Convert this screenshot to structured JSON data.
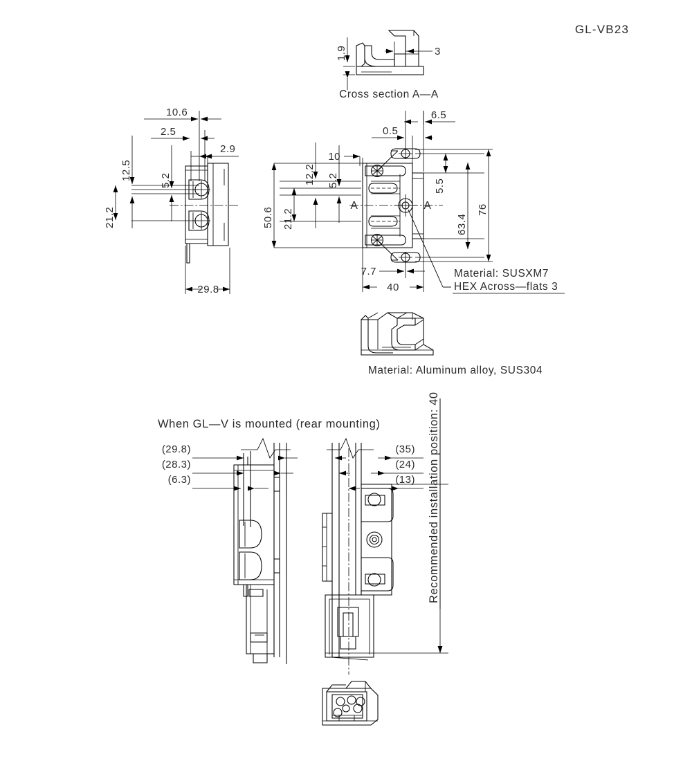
{
  "drawing": {
    "title": "GL-VB23",
    "cross_section_label": "Cross section A—A",
    "section_marker_left": "A",
    "section_marker_right": "A",
    "material_note_1": "Material: SUSXM7",
    "material_note_2": "HEX Across—flats 3",
    "material_note_3": "Material:  Aluminum alloy, SUS304",
    "mounting_heading": "When GL—V is mounted (rear mounting)",
    "recommended_note": "Recommended installation position: 40"
  },
  "dimensions": {
    "cross_section": {
      "v_1_9": "1.9",
      "h_3": "3"
    },
    "left_view": {
      "d_10_6": "10.6",
      "d_2_5": "2.5",
      "d_2_9": "2.9",
      "d_12_5": "12.5",
      "d_5_2": "5.2",
      "d_21_2": "21.2",
      "d_29_8": "29.8"
    },
    "middle_view": {
      "d_50_6": "50.6",
      "d_12_2": "12.2",
      "d_5_2": "5.2",
      "d_21_2": "21.2",
      "d_10": "10",
      "d_0_5": "0.5",
      "d_6_5": "6.5",
      "d_5_5": "5.5",
      "d_63_4": "63.4",
      "d_76": "76",
      "d_7_7": "7.7",
      "d_40": "40"
    },
    "mounted_view": {
      "left_29_8": "(29.8)",
      "left_28_3": "(28.3)",
      "left_6_3": "(6.3)",
      "right_35": "(35)",
      "right_24": "(24)",
      "right_13": "(13)"
    }
  },
  "colors": {
    "line": "#000000",
    "text": "#2b2b2b",
    "background": "#ffffff"
  }
}
